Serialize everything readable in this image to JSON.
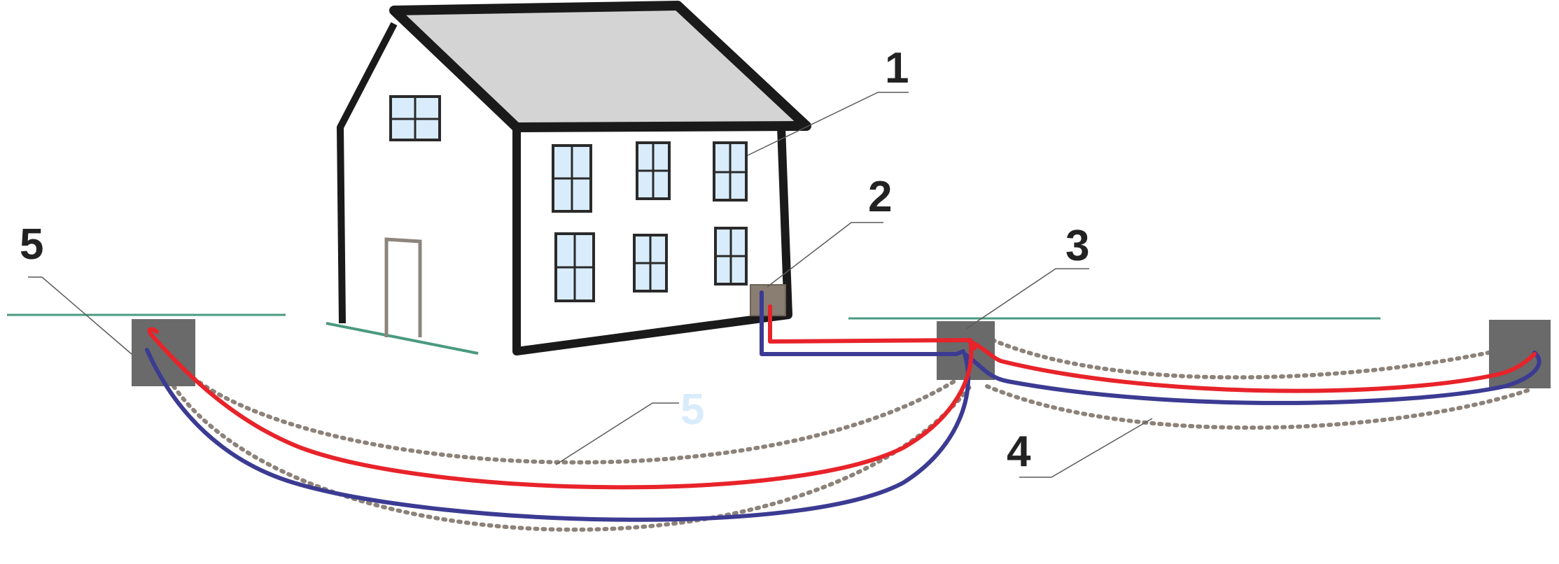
{
  "labels": {
    "num1": "1",
    "num2": "2",
    "num3": "3",
    "num4": "4",
    "num5_left": "5",
    "num5_center": "5"
  },
  "colors": {
    "supply_pipe": "#e8232a",
    "return_pipe": "#3b3b93",
    "trench_dots": "#8c8279",
    "ground_line": "#4a9a80",
    "manhole": "#6a6a6a",
    "window_glass": "#d9ecfb",
    "roof": "#d4d4d4",
    "outline": "#1a1a1a",
    "door": "#8d857c",
    "house_unit": "#8a7d72"
  }
}
